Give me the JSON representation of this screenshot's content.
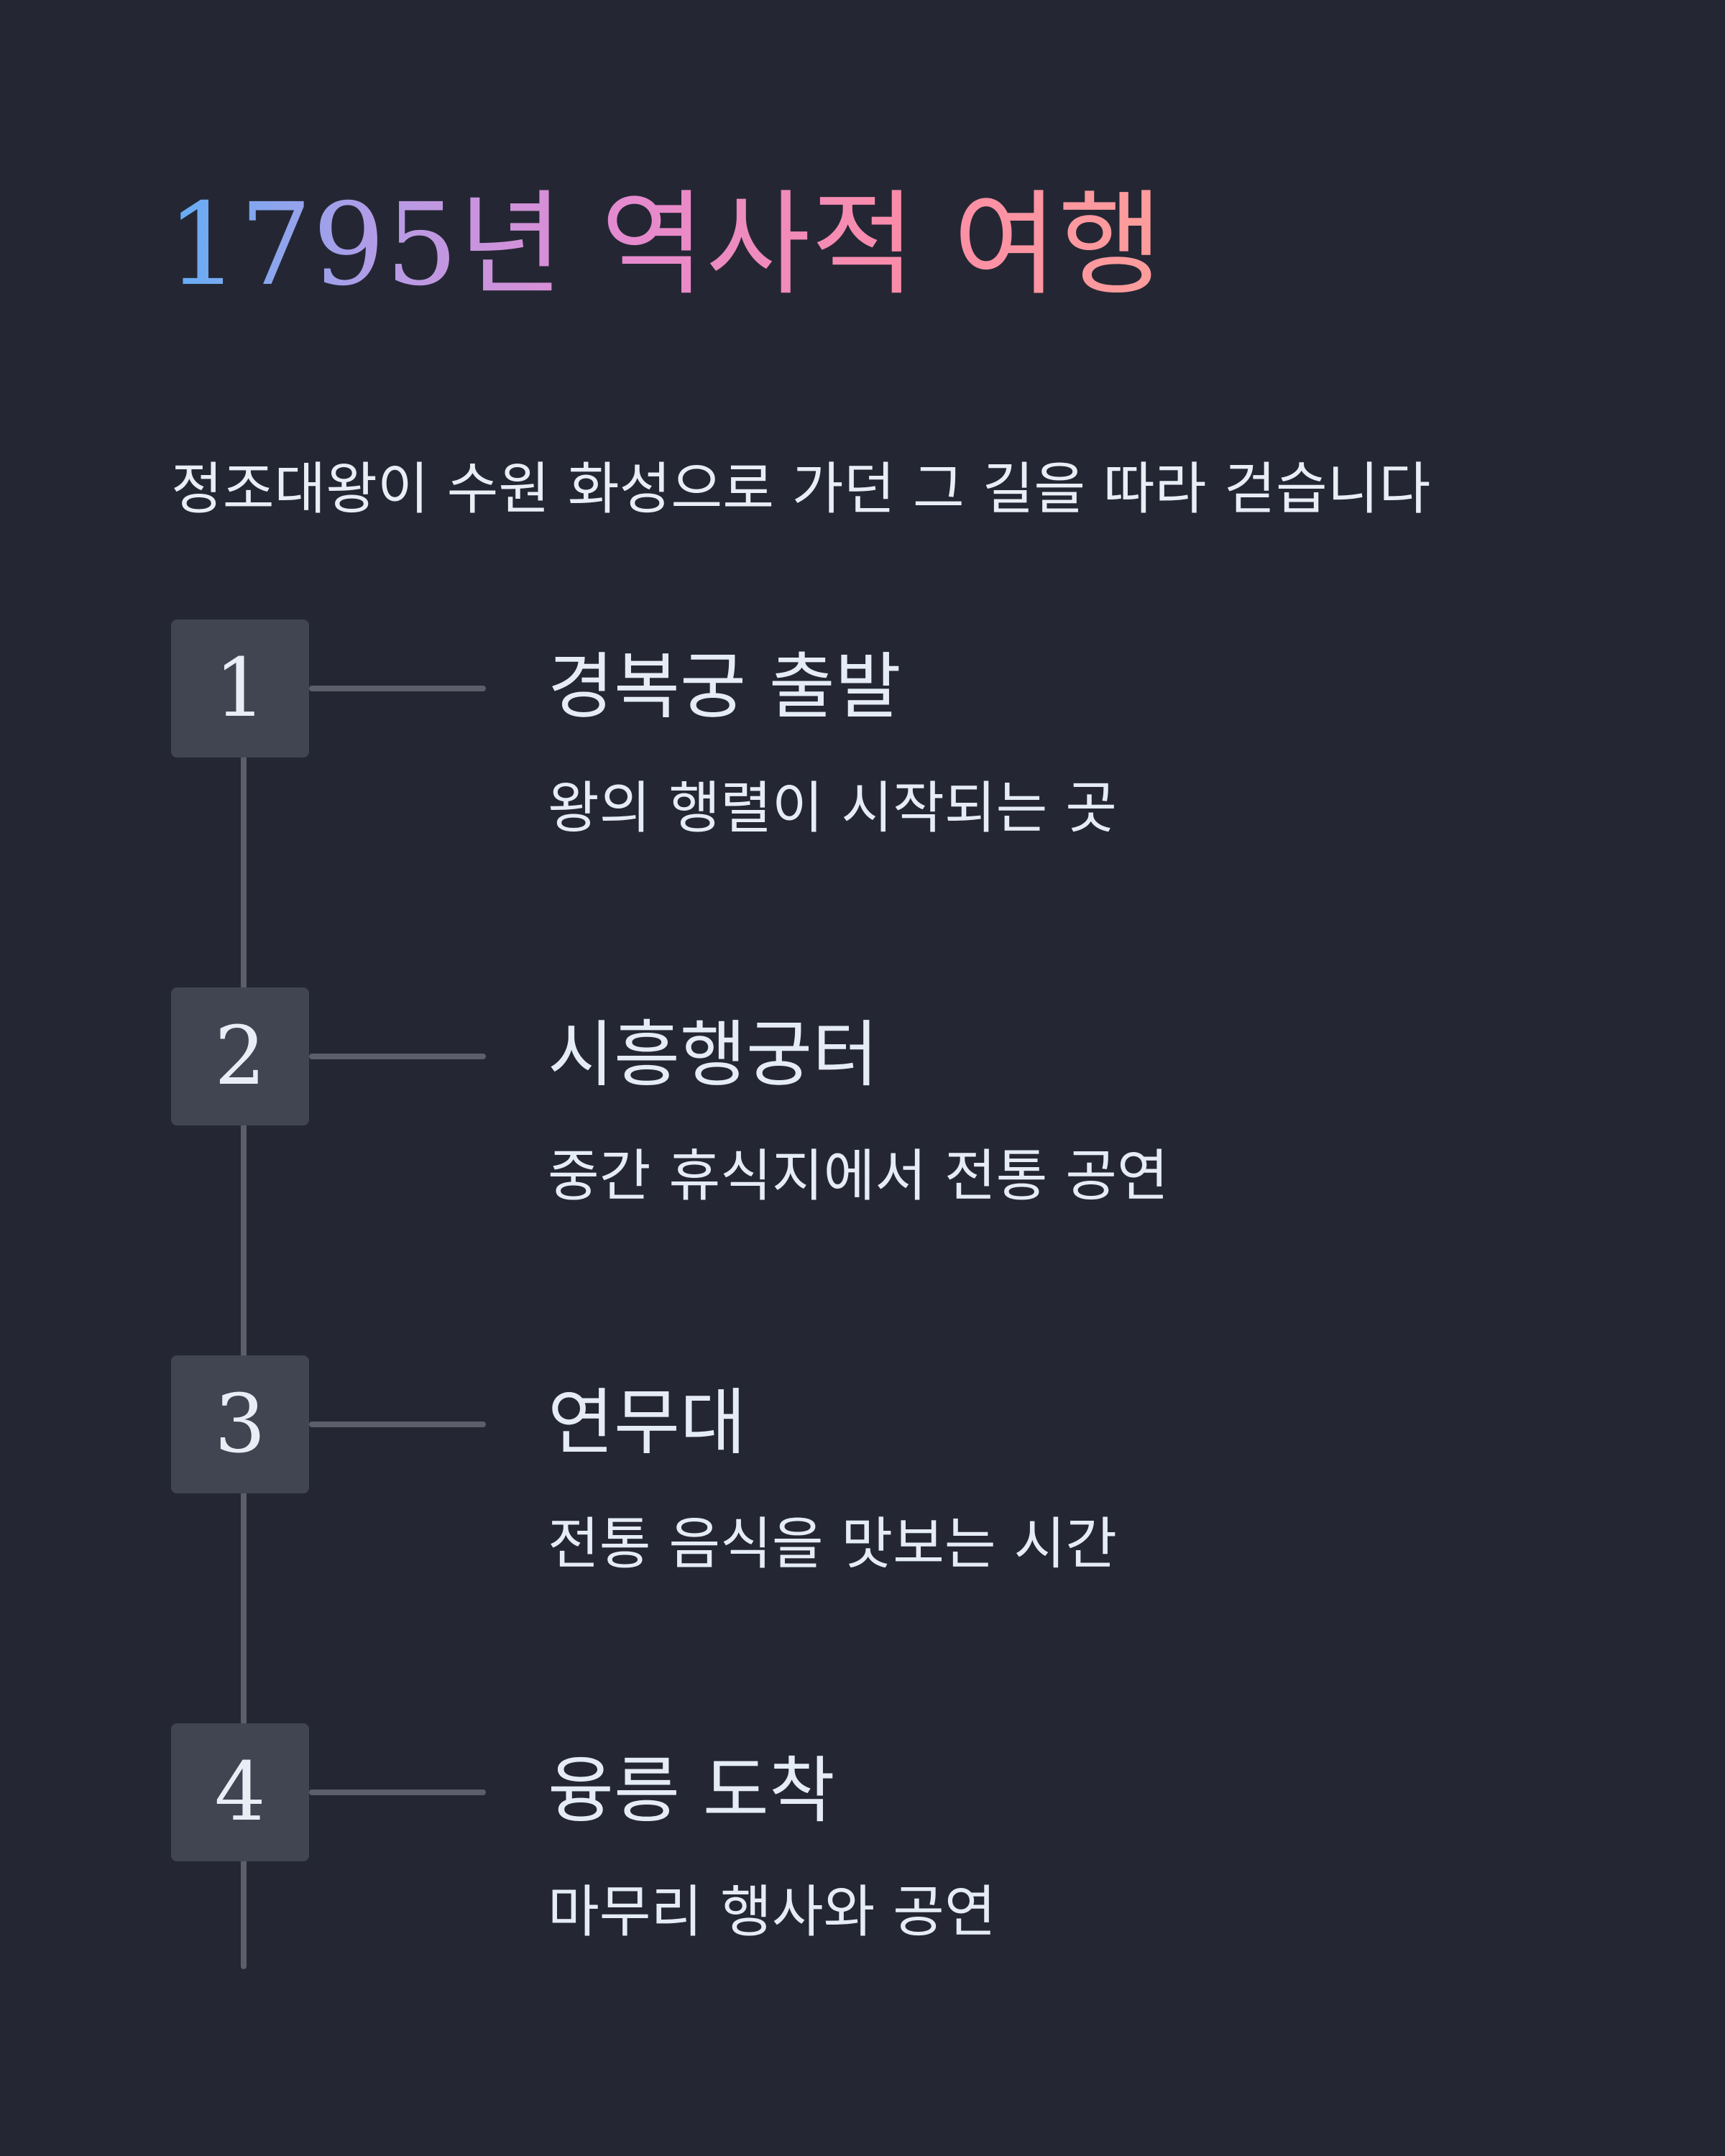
{
  "header": {
    "title": "1795년 역사적 여행",
    "subtitle": "정조대왕이 수원 화성으로 가던 그 길을 따라 걷습니다"
  },
  "steps": [
    {
      "number": "1",
      "title": "경복궁 출발",
      "description": "왕의 행렬이 시작되는 곳"
    },
    {
      "number": "2",
      "title": "시흥행궁터",
      "description": "중간 휴식지에서 전통 공연"
    },
    {
      "number": "3",
      "title": "연무대",
      "description": "전통 음식을 맛보는 시간"
    },
    {
      "number": "4",
      "title": "융릉 도착",
      "description": "마무리 행사와 공연"
    }
  ],
  "colors": {
    "background": "#242733",
    "badge": "#414451",
    "line": "#5c5e69",
    "text": "#e6ecf5",
    "title_gradient": [
      "#62aef5",
      "#b79be6",
      "#e48ad0",
      "#fb8ca8",
      "#fd9e9a"
    ]
  }
}
